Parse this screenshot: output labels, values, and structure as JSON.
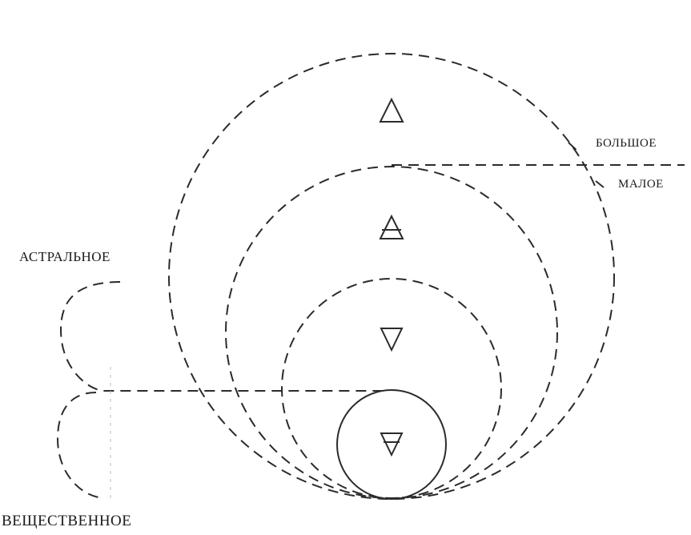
{
  "labels": {
    "astral": "АСТРАЛЬНОЕ",
    "material": "ВЕЩЕСТВЕННОЕ",
    "upper": "БОЛЬШОЕ",
    "lower": "МАЛОЕ"
  },
  "symbols": [
    {
      "name": "fire-triangle-symbol",
      "element": "fire",
      "glyph": "triangle-up"
    },
    {
      "name": "air-triangle-symbol",
      "element": "air",
      "glyph": "triangle-up-with-bar"
    },
    {
      "name": "water-triangle-symbol",
      "element": "water",
      "glyph": "triangle-down"
    },
    {
      "name": "earth-triangle-symbol",
      "element": "earth",
      "glyph": "triangle-down-with-bar"
    }
  ],
  "colors": {
    "stroke": "#2b2b2b",
    "background": "#ffffff"
  }
}
